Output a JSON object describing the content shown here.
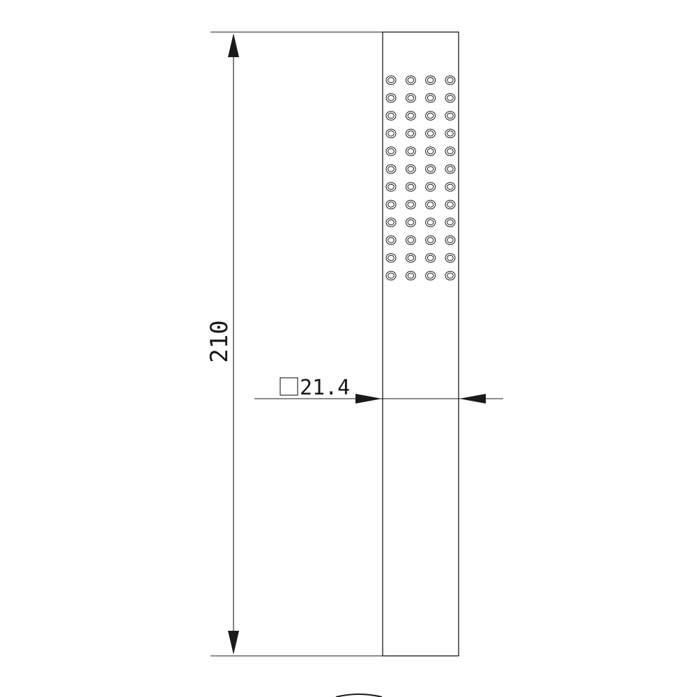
{
  "dimensions": {
    "length_label": "210",
    "width_label": "21.4"
  },
  "nozzles": {
    "rows": 12,
    "columns": 4
  },
  "colors": {
    "line": "#1a1a1a",
    "background": "#ffffff"
  }
}
